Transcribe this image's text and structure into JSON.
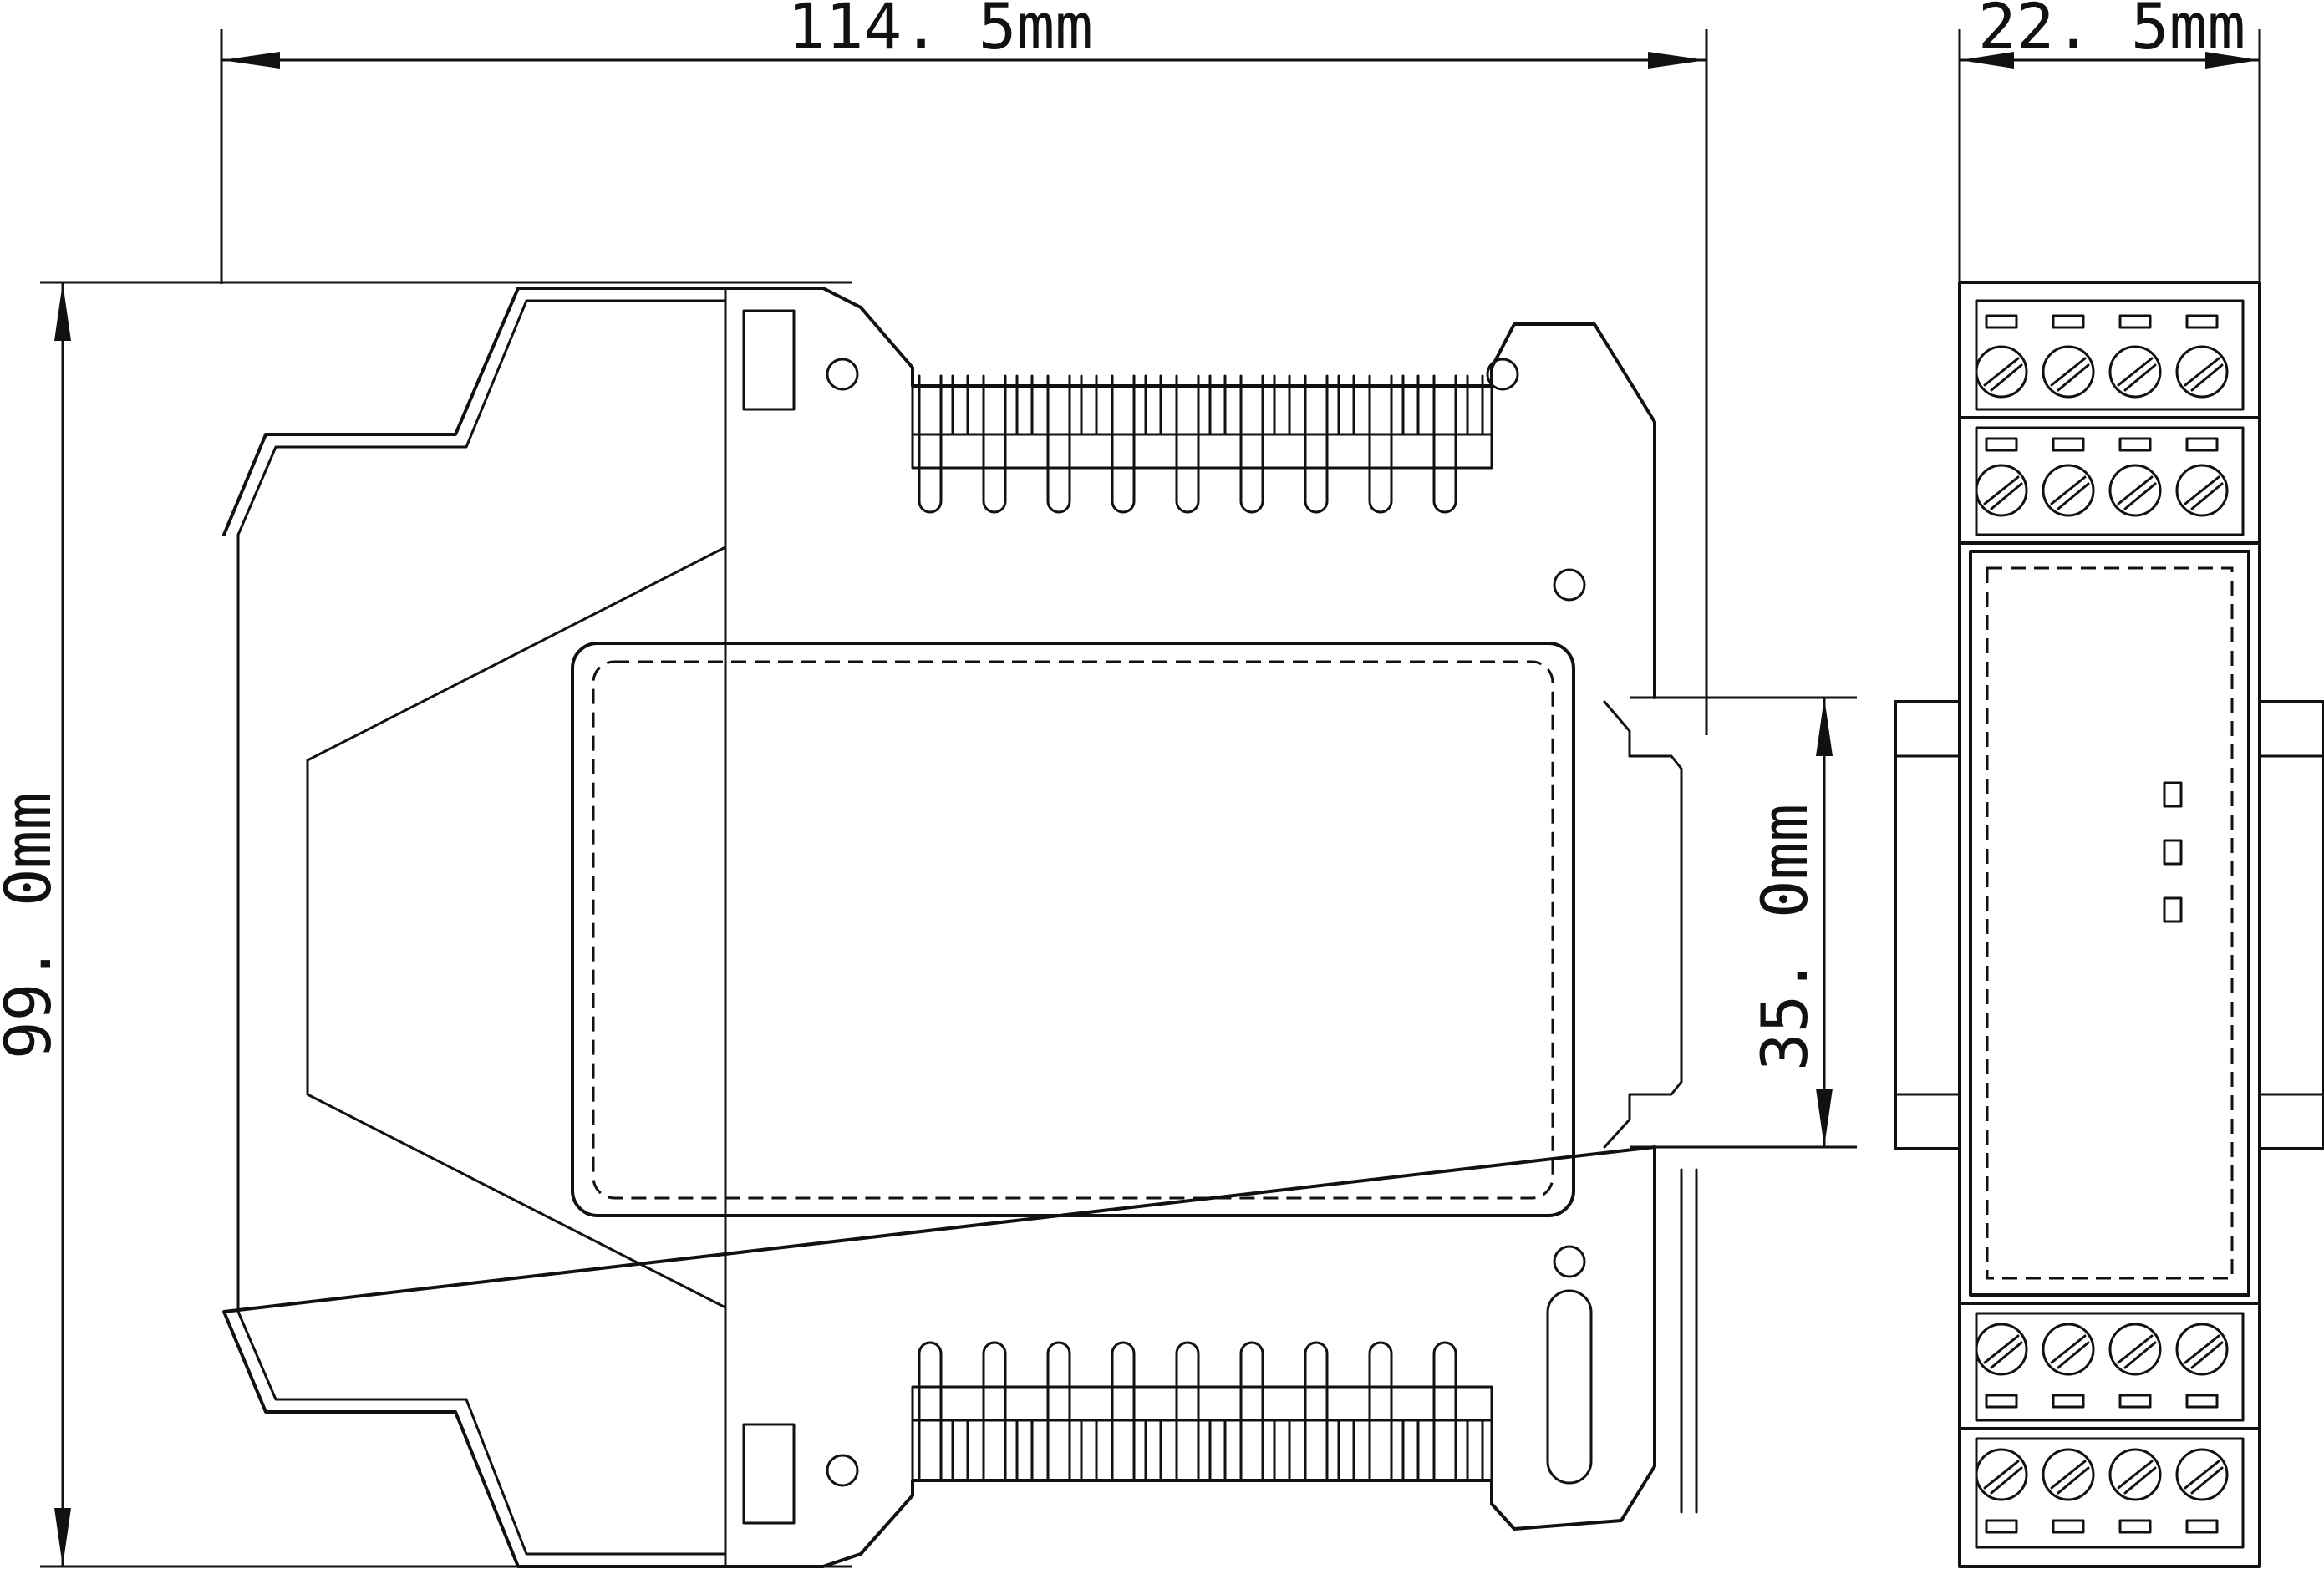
{
  "dimensions": {
    "width": "114. 5mm",
    "depth": "22. 5mm",
    "height": "99. 0mm",
    "rail": "35. 0mm"
  },
  "front_view": {
    "terminal_rows": 4,
    "screws_per_row": 4,
    "leds": 3
  }
}
